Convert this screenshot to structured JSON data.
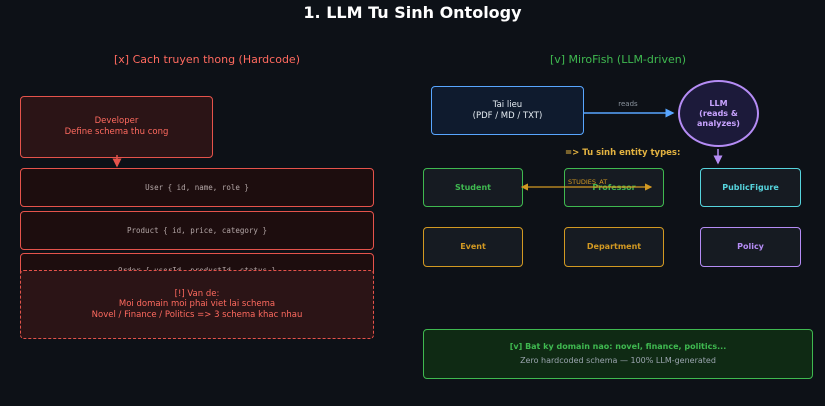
{
  "title": "1. LLM Tu Sinh Ontology",
  "left": {
    "heading": "[x] Cach truyen thong (Hardcode)",
    "developer": {
      "line1": "Developer",
      "line2": "Define schema thu cong"
    },
    "entities": [
      "User  { id, name, role }",
      "Product  { id, price, category }",
      "Order  { userId, productId, status }"
    ],
    "problem": {
      "line1": "[!] Van de:",
      "line2": "Moi domain moi phai viet lai schema",
      "line3": "Novel / Finance / Politics => 3 schema khac nhau"
    }
  },
  "right": {
    "heading": "[v] MiroFish (LLM-driven)",
    "doc": {
      "line1": "Tai lieu",
      "line2": "(PDF / MD / TXT)"
    },
    "arrow_label": "reads",
    "llm": {
      "line1": "LLM",
      "line2": "(reads & analyzes)"
    },
    "entity_types_label": "=> Tu sinh entity types:",
    "relation_label": "STUDIES_AT",
    "entity_types": {
      "student": "Student",
      "professor": "Professor",
      "public_figure": "PublicFigure",
      "event": "Event",
      "department": "Department",
      "policy": "Policy"
    },
    "summary": {
      "line1": "[v] Bat ky domain nao: novel, finance, politics...",
      "line2": "Zero hardcoded schema — 100% LLM-generated"
    }
  },
  "colors": {
    "background": "#0d1117",
    "red": "#e5534b",
    "green": "#3fb950",
    "blue": "#58a6ff",
    "purple": "#b58cf5",
    "cyan": "#56d4dd",
    "orange": "#d29922",
    "yellow": "#e3b341"
  }
}
